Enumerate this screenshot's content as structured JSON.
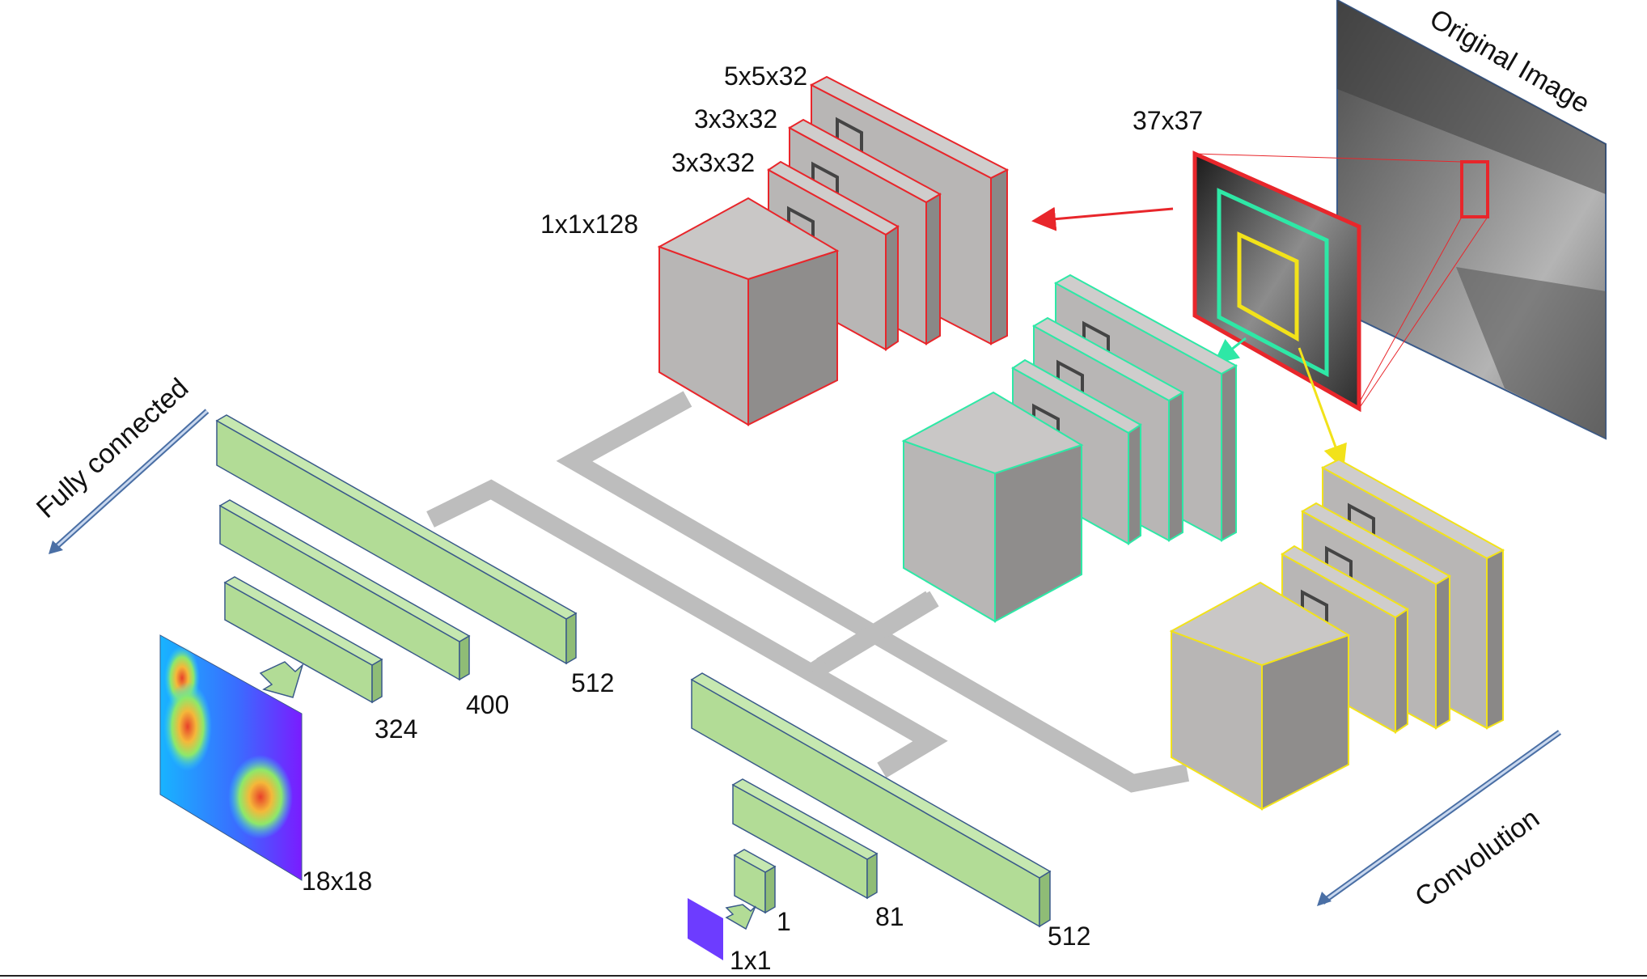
{
  "labels": {
    "original_image": "Original Image",
    "patch_size": "37x37",
    "fully_connected": "Fully connected",
    "convolution": "Convolution",
    "conv1": "5x5x32",
    "conv2": "3x3x32",
    "conv3": "3x3x32",
    "conv4": "1x1x128",
    "fc_density_1": "512",
    "fc_density_2": "400",
    "fc_density_3": "324",
    "density_map": "18x18",
    "fc_count_1": "512",
    "fc_count_2": "81",
    "fc_count_3": "1",
    "count_output": "1x1"
  },
  "colors": {
    "red_branch": "#e8262b",
    "green_branch": "#2ee8a6",
    "yellow_branch": "#f2e21a",
    "fc_layer": "#b2dc96",
    "cube_gray": "#b8b6b5",
    "connector": "#bdbdbd",
    "count_output": "#6d3cff"
  }
}
